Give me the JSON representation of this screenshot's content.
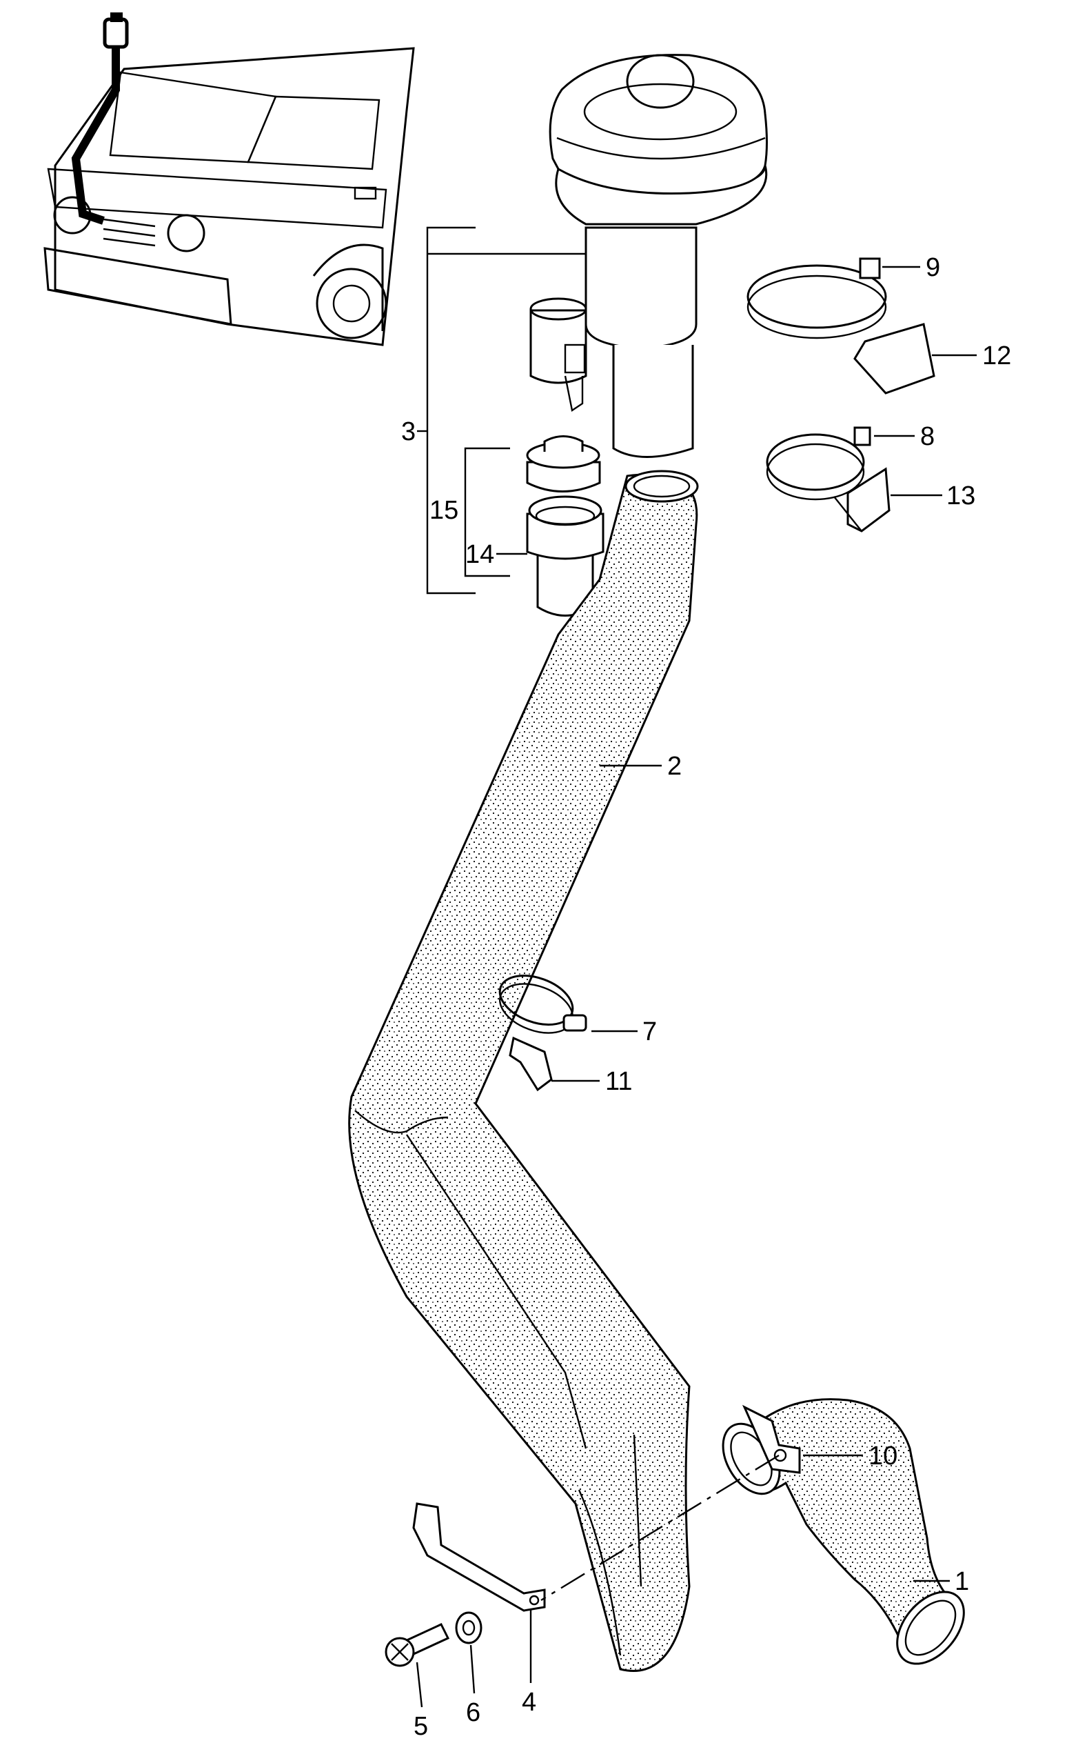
{
  "diagram": {
    "type": "exploded parts diagram",
    "subject": "air intake snorkel assembly",
    "callouts": [
      {
        "id": "c1",
        "label": "1"
      },
      {
        "id": "c2",
        "label": "2"
      },
      {
        "id": "c3",
        "label": "3"
      },
      {
        "id": "c4",
        "label": "4"
      },
      {
        "id": "c5",
        "label": "5"
      },
      {
        "id": "c6",
        "label": "6"
      },
      {
        "id": "c7",
        "label": "7"
      },
      {
        "id": "c8",
        "label": "8"
      },
      {
        "id": "c9",
        "label": "9"
      },
      {
        "id": "c10",
        "label": "10"
      },
      {
        "id": "c11",
        "label": "11"
      },
      {
        "id": "c12",
        "label": "12"
      },
      {
        "id": "c13",
        "label": "13"
      },
      {
        "id": "c14",
        "label": "14"
      },
      {
        "id": "c15",
        "label": "15"
      }
    ]
  }
}
